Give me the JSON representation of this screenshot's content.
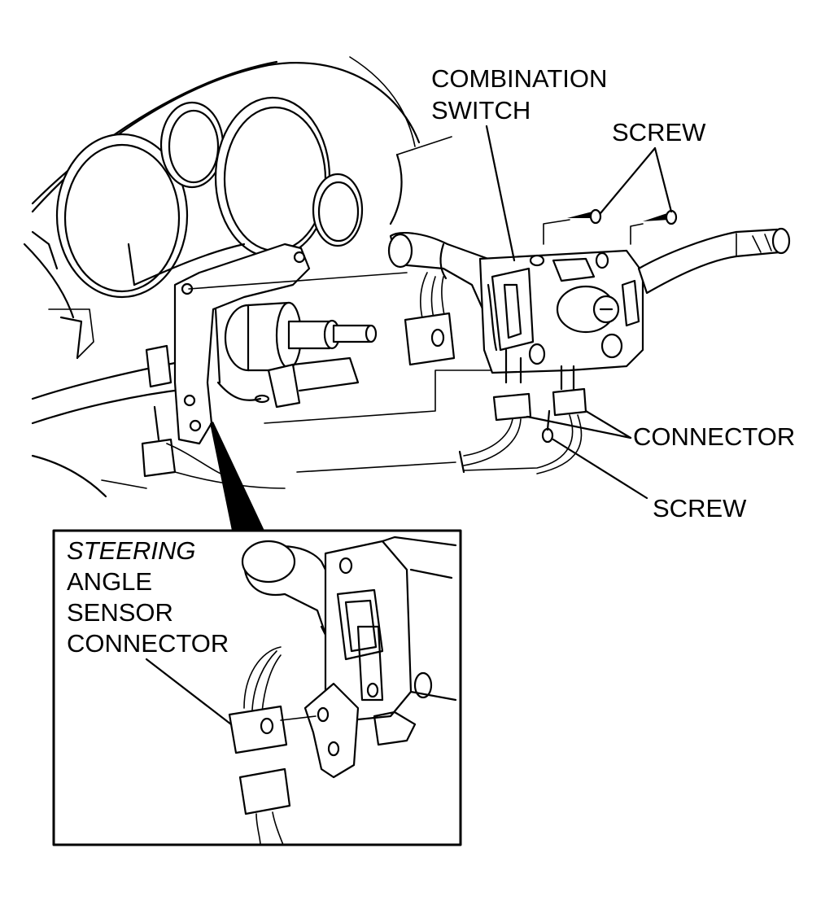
{
  "labels": {
    "combination_switch_line1": "COMBINATION",
    "combination_switch_line2": "SWITCH",
    "screw_top": "SCREW",
    "connector": "CONNECTOR",
    "screw_bottom": "SCREW",
    "steering_line1": "STEERING",
    "steering_line2": "ANGLE",
    "steering_line3": "SENSOR",
    "steering_line4": "CONNECTOR"
  }
}
